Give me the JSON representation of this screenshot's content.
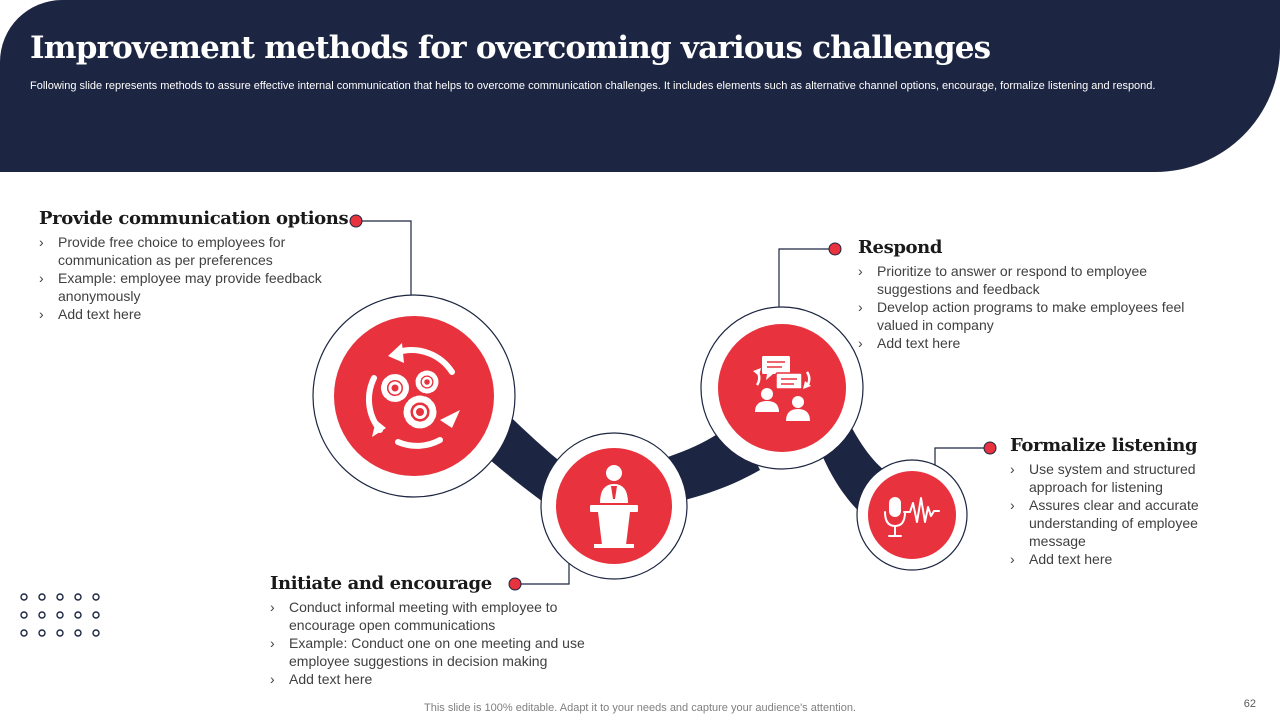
{
  "slide": {
    "title": "Improvement methods for overcoming various challenges",
    "subtitle": "Following slide represents methods to assure effective internal communication that helps to overcome communication challenges. It includes elements such as alternative channel options, encourage, formalize listening and respond.",
    "footer": "This slide is 100% editable. Adapt it to your needs and capture your audience's attention.",
    "page_number": "62"
  },
  "colors": {
    "navy": "#1c2541",
    "red": "#e8323d",
    "white": "#ffffff",
    "text": "#404040"
  },
  "steps": [
    {
      "title": "Provide communication options",
      "icon": "gears-cycle-icon",
      "bullets": [
        "Provide free choice to employees for communication as per preferences",
        "Example: employee may provide feedback anonymously",
        "Add text here"
      ]
    },
    {
      "title": "Initiate and encourage",
      "icon": "speaker-podium-icon",
      "bullets": [
        "Conduct informal meeting with employee to encourage open communications",
        "Example: Conduct one on one meeting and use employee suggestions in decision making",
        "Add text here"
      ]
    },
    {
      "title": "Respond",
      "icon": "people-conversation-icon",
      "bullets": [
        "Prioritize to answer or respond to employee suggestions and feedback",
        "Develop action programs to make employees feel valued in company",
        "Add text here"
      ]
    },
    {
      "title": "Formalize listening",
      "icon": "microphone-soundwave-icon",
      "bullets": [
        "Use system and structured approach for listening",
        "Assures clear and accurate understanding of employee message",
        "Add text here"
      ]
    }
  ],
  "bullet_glyph": "›"
}
